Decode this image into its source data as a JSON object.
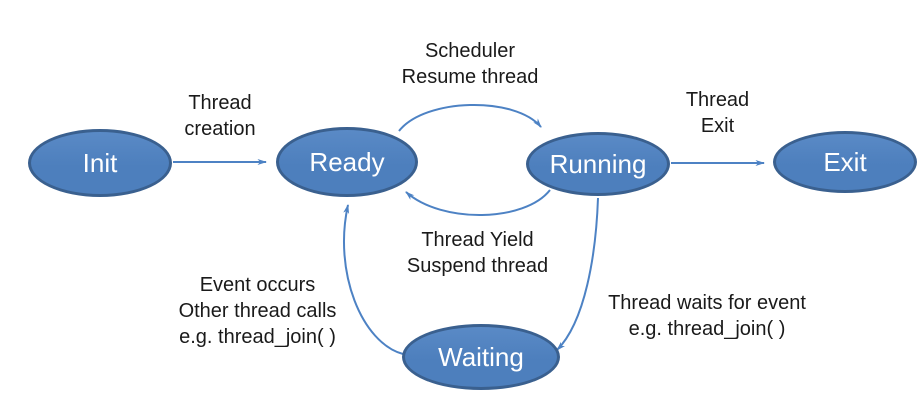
{
  "nodes": {
    "init": {
      "label": "Init"
    },
    "ready": {
      "label": "Ready"
    },
    "running": {
      "label": "Running"
    },
    "exit": {
      "label": "Exit"
    },
    "waiting": {
      "label": "Waiting"
    }
  },
  "edge_labels": {
    "thread_creation": {
      "lines": [
        "Thread",
        "creation"
      ]
    },
    "scheduler_resume": {
      "lines": [
        "Scheduler",
        "Resume thread"
      ]
    },
    "thread_exit": {
      "lines": [
        "Thread",
        "Exit"
      ]
    },
    "thread_yield": {
      "lines": [
        "Thread Yield",
        "Suspend thread"
      ]
    },
    "event_occurs": {
      "lines": [
        "Event occurs",
        "Other thread calls",
        "e.g. thread_join( )"
      ]
    },
    "thread_waits": {
      "lines": [
        "Thread waits for event",
        "e.g. thread_join( )"
      ]
    }
  },
  "edges": [
    {
      "from": "Init",
      "to": "Ready",
      "label": "Thread creation"
    },
    {
      "from": "Ready",
      "to": "Running",
      "label": "Scheduler Resume thread"
    },
    {
      "from": "Running",
      "to": "Ready",
      "label": "Thread Yield Suspend thread"
    },
    {
      "from": "Running",
      "to": "Exit",
      "label": "Thread Exit"
    },
    {
      "from": "Running",
      "to": "Waiting",
      "label": "Thread waits for event e.g. thread_join( )"
    },
    {
      "from": "Waiting",
      "to": "Ready",
      "label": "Event occurs Other thread calls e.g. thread_join( )"
    }
  ],
  "colors": {
    "background": "#ffffff",
    "node_fill": "#4d7fbd",
    "node_fill_light": "#5a8ac6",
    "node_border": "#3a608f",
    "node_text": "#ffffff",
    "arrow": "#4d82c4",
    "label_text": "#1a1a1a"
  }
}
